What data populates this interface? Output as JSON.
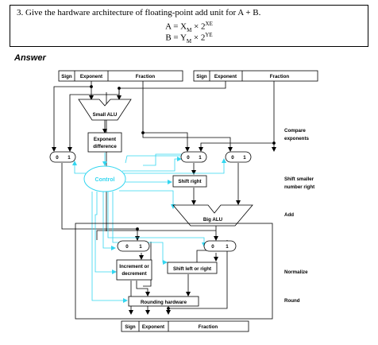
{
  "question": {
    "text": "3.   Give the hardware architecture of floating-point add unit for A + B.",
    "eq_a": {
      "lhs": "A = X",
      "sub": "M",
      "mid": " × 2",
      "sup": "XE"
    },
    "eq_b": {
      "lhs": "B = Y",
      "sub": "M",
      "mid": " × 2",
      "sup": "YE"
    }
  },
  "answer_heading": "Answer",
  "diagram": {
    "input_a": {
      "sign": "Sign",
      "exponent": "Exponent",
      "fraction": "Fraction"
    },
    "input_b": {
      "sign": "Sign",
      "exponent": "Exponent",
      "fraction": "Fraction"
    },
    "output": {
      "sign": "Sign",
      "exponent": "Exponent",
      "fraction": "Fraction"
    },
    "small_alu": "Small ALU",
    "exp_diff_1": "Exponent",
    "exp_diff_2": "difference",
    "control": "Control",
    "shift_right": "Shift right",
    "big_alu": "Big ALU",
    "inc_dec_1": "Increment or",
    "inc_dec_2": "decrement",
    "shift_lr": "Shift left or right",
    "rounding": "Rounding hardware",
    "mux_0": "0",
    "mux_1": "1",
    "steps": {
      "compare_1": "Compare",
      "compare_2": "exponents",
      "shift_1": "Shift smaller",
      "shift_2": "number right",
      "add": "Add",
      "normalize": "Normalize",
      "round": "Round"
    },
    "colors": {
      "control": "#33d6f0",
      "datapath": "#000000"
    }
  }
}
